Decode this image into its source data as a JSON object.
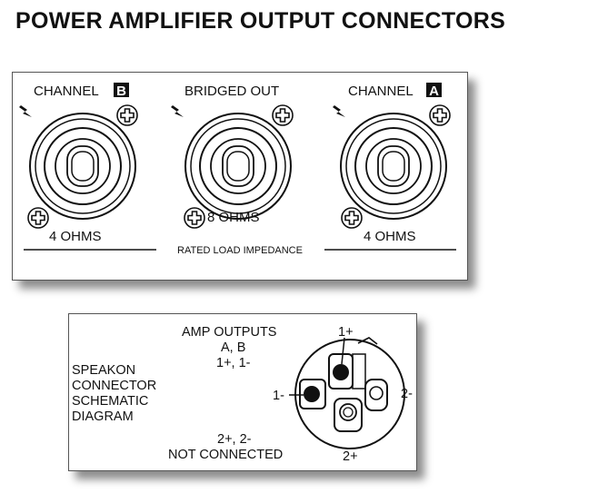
{
  "page": {
    "title": "POWER AMPLIFIER OUTPUT CONNECTORS"
  },
  "panel": {
    "channel_b": {
      "prefix": "CHANNEL",
      "letter": "B",
      "impedance": "4 OHMS"
    },
    "bridged": {
      "label": "BRIDGED OUT",
      "impedance": "8 OHMS"
    },
    "channel_a": {
      "prefix": "CHANNEL",
      "letter": "A",
      "impedance": "4 OHMS"
    },
    "rated_load_label": "RATED LOAD IMPEDANCE"
  },
  "schematic": {
    "amp_outputs": "AMP OUTPUTS",
    "channels": "A,  B",
    "pins_connected": "1+, 1-",
    "title_lines": [
      "SPEAKON",
      "CONNECTOR",
      "SCHEMATIC",
      "DIAGRAM"
    ],
    "pins_nc": "2+, 2-",
    "not_connected": "NOT CONNECTED",
    "pin_labels": {
      "p1plus": "1+",
      "p1minus": "1-",
      "p2plus": "2+",
      "p2minus": "2-"
    }
  },
  "icons": [
    "lightning-bolt-icon",
    "plus-screw-icon",
    "speakon-connector-icon"
  ]
}
